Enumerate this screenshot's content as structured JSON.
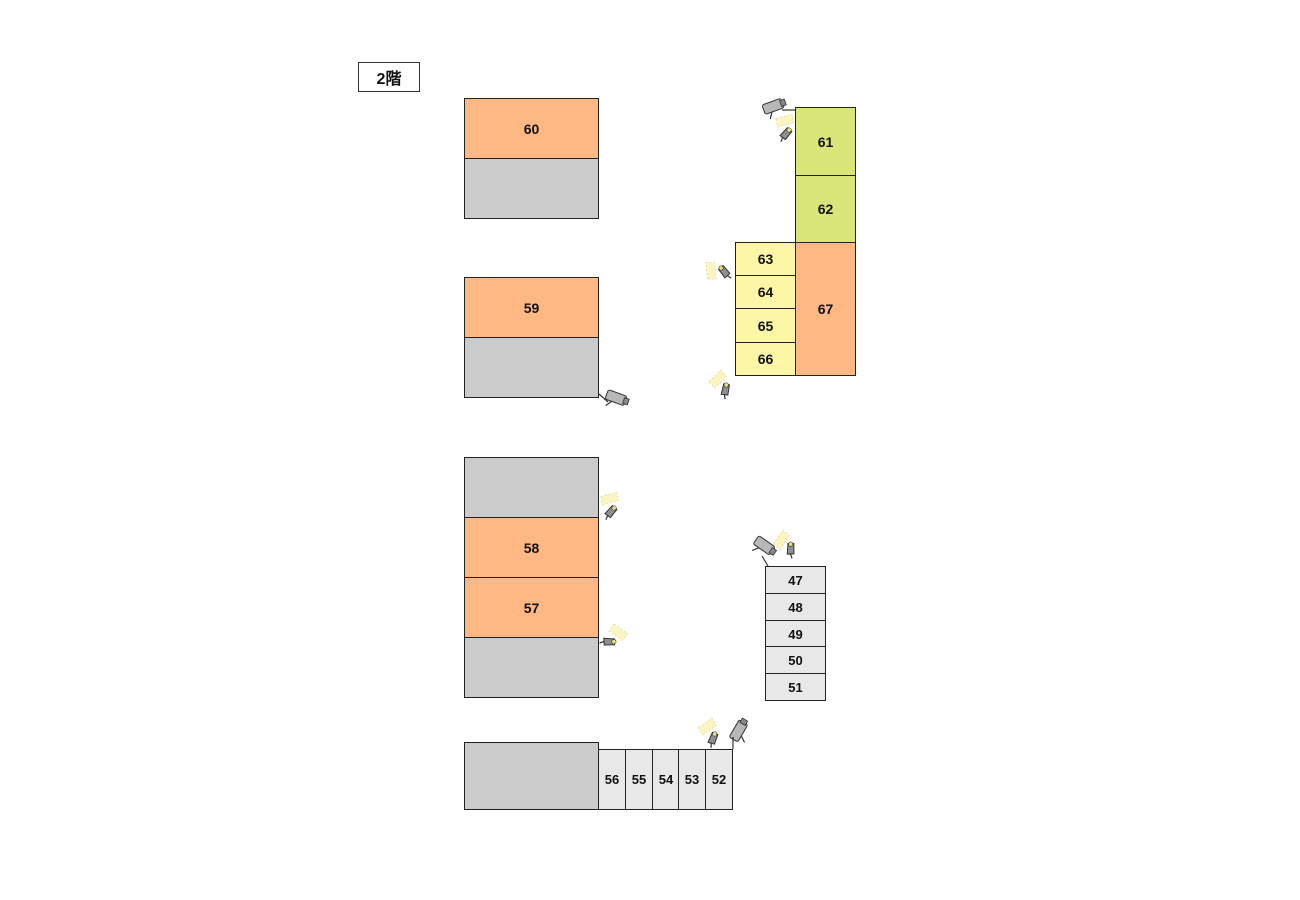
{
  "floor_label": "2階",
  "colors": {
    "occupied_orange": "#ffb784",
    "unassigned_gray": "#cbcbcb",
    "green": "#dbe67a",
    "yellow": "#fdf6a7",
    "light_gray": "#e8e8e8"
  },
  "units": {
    "u47": "47",
    "u48": "48",
    "u49": "49",
    "u50": "50",
    "u51": "51",
    "u52": "52",
    "u53": "53",
    "u54": "54",
    "u55": "55",
    "u56": "56",
    "u57": "57",
    "u58": "58",
    "u59": "59",
    "u60": "60",
    "u61": "61",
    "u62": "62",
    "u63": "63",
    "u64": "64",
    "u65": "65",
    "u66": "66",
    "u67": "67"
  },
  "icons": {
    "camera": "security-camera-icon",
    "light": "spotlight-icon"
  }
}
